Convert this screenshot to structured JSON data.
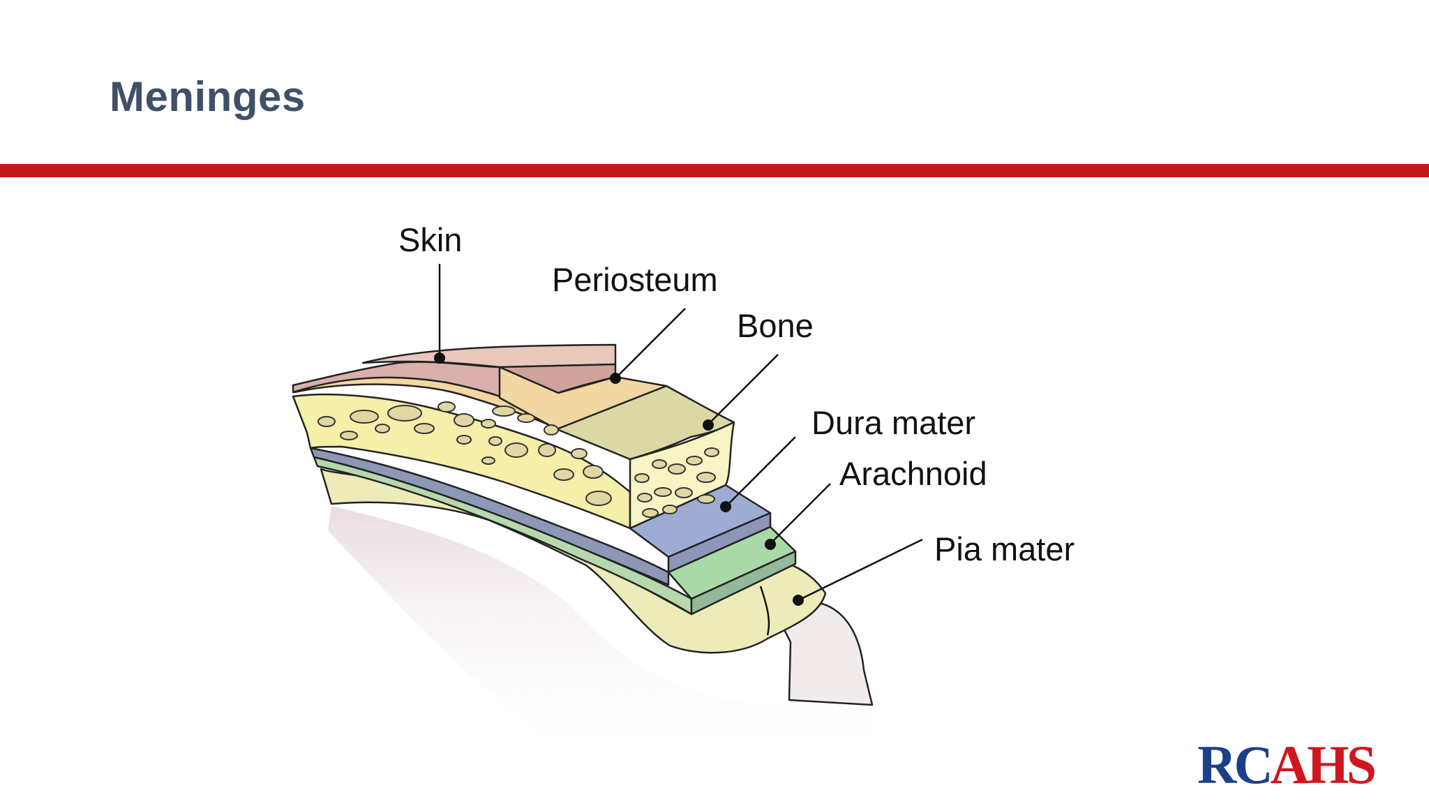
{
  "slide": {
    "title": "Meninges"
  },
  "diagram": {
    "labels": {
      "skin": "Skin",
      "periosteum": "Periosteum",
      "bone": "Bone",
      "dura": "Dura mater",
      "arachnoid": "Arachnoid",
      "pia": "Pia mater"
    }
  },
  "logo": {
    "part1": "RC",
    "part2": "AHS"
  },
  "colors": {
    "title": "#3f5068",
    "rule": "#c3161c",
    "skin": "#d9b0ab",
    "periosteum": "#f2d7a3",
    "bone": "#f5efaa",
    "bone_cut": "#dcd8a6",
    "dura": "#9eabd2",
    "arachnoid": "#a8d9a6",
    "pia": "#ecebb9",
    "logo_blue": "#1c3f8a",
    "logo_red": "#d0161f"
  }
}
